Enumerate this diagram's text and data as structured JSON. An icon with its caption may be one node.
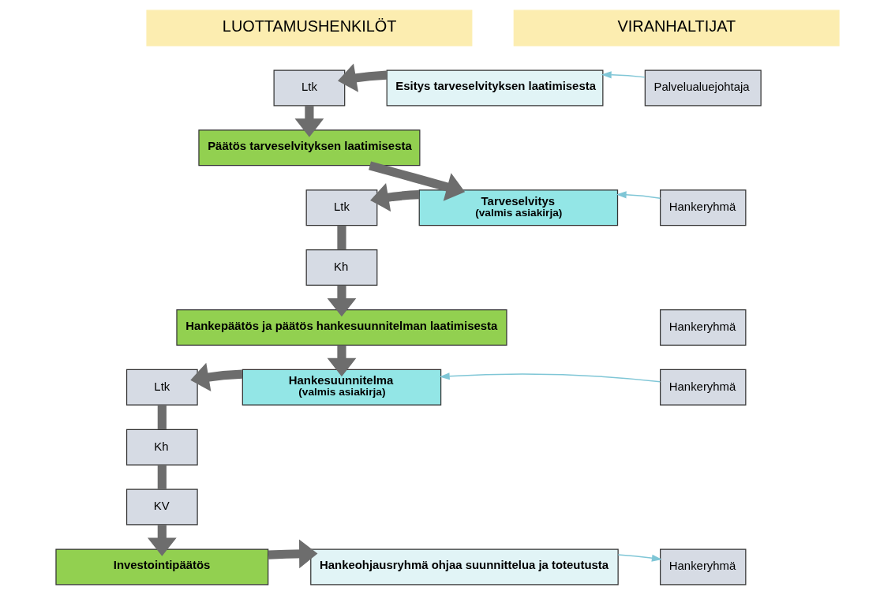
{
  "diagram": {
    "nodes": [
      {
        "text": [
          "LUOTTAMUSHENKILÖT"
        ]
      },
      {
        "text": [
          "VIRANHALTIJAT"
        ]
      },
      {
        "text": [
          "Ltk"
        ]
      },
      {
        "text": [
          "Esitys tarveselvityksen laatimisesta"
        ]
      },
      {
        "text": [
          "Palvelualuejohtaja"
        ]
      },
      {
        "text": [
          "Päätös tarveselvityksen laatimisesta"
        ]
      },
      {
        "text": [
          "Ltk"
        ]
      },
      {
        "text": [
          "Tarveselvitys",
          "(valmis asiakirja)"
        ]
      },
      {
        "text": [
          "Hankeryhmä"
        ]
      },
      {
        "text": [
          "Kh"
        ]
      },
      {
        "text": [
          "Hankepäätös ja päätös hankesuunnitelman laatimisesta"
        ]
      },
      {
        "text": [
          "Hankeryhmä"
        ]
      },
      {
        "text": [
          "Ltk"
        ]
      },
      {
        "text": [
          "Hankesuunnitelma",
          "(valmis asiakirja)"
        ]
      },
      {
        "text": [
          "Hankeryhmä"
        ]
      },
      {
        "text": [
          "Kh"
        ]
      },
      {
        "text": [
          "KV"
        ]
      },
      {
        "text": [
          "Investointipäätös"
        ]
      },
      {
        "text": [
          "Hankeohjausryhmä ohjaa suunnittelua ja toteutusta"
        ]
      },
      {
        "text": [
          "Hankeryhmä"
        ]
      }
    ],
    "edges": [
      {
        "from": 3,
        "to": 2,
        "arrow": "to"
      },
      {
        "from": 4,
        "to": 3,
        "arrow": "to",
        "color": "#7fc6d6"
      },
      {
        "from": 2,
        "to": 5,
        "arrow": "to"
      },
      {
        "from": 5,
        "to": 7,
        "arrow": "to"
      },
      {
        "from": 7,
        "to": 6,
        "arrow": "to"
      },
      {
        "from": 8,
        "to": 7,
        "arrow": "to",
        "color": "#7fc6d6"
      },
      {
        "from": 6,
        "to": 9,
        "arrow": "none"
      },
      {
        "from": 9,
        "to": 10,
        "arrow": "to"
      },
      {
        "from": 10,
        "to": 13,
        "arrow": "to"
      },
      {
        "from": 13,
        "to": 12,
        "arrow": "to"
      },
      {
        "from": 14,
        "to": 13,
        "arrow": "to",
        "color": "#7fc6d6"
      },
      {
        "from": 12,
        "to": 15,
        "arrow": "none"
      },
      {
        "from": 15,
        "to": 16,
        "arrow": "none"
      },
      {
        "from": 16,
        "to": 17,
        "arrow": "to"
      },
      {
        "from": 17,
        "to": 18,
        "arrow": "to"
      },
      {
        "from": 18,
        "to": 19,
        "arrow": "to",
        "color": "#7fc6d6"
      }
    ]
  }
}
